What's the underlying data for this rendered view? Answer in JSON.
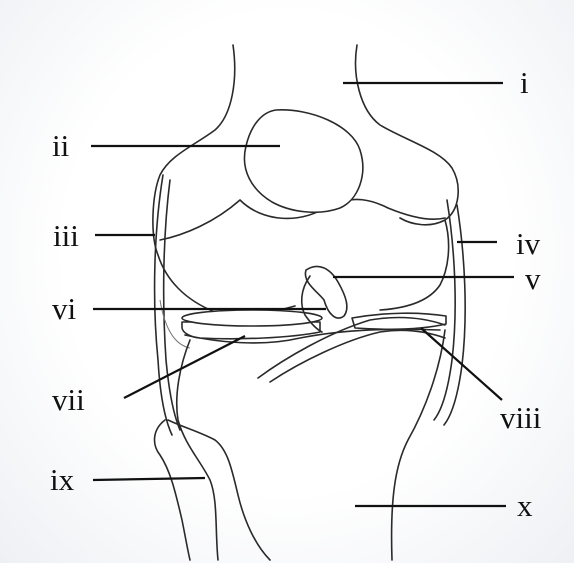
{
  "labels": {
    "i": "i",
    "ii": "ii",
    "iii": "iii",
    "iv": "iv",
    "v": "v",
    "vi": "vi",
    "vii": "vii",
    "viii": "viii",
    "ix": "ix",
    "x": "x"
  },
  "colors": {
    "line": "#111111",
    "outline": "#2a2a2a",
    "background": "#ffffff"
  }
}
